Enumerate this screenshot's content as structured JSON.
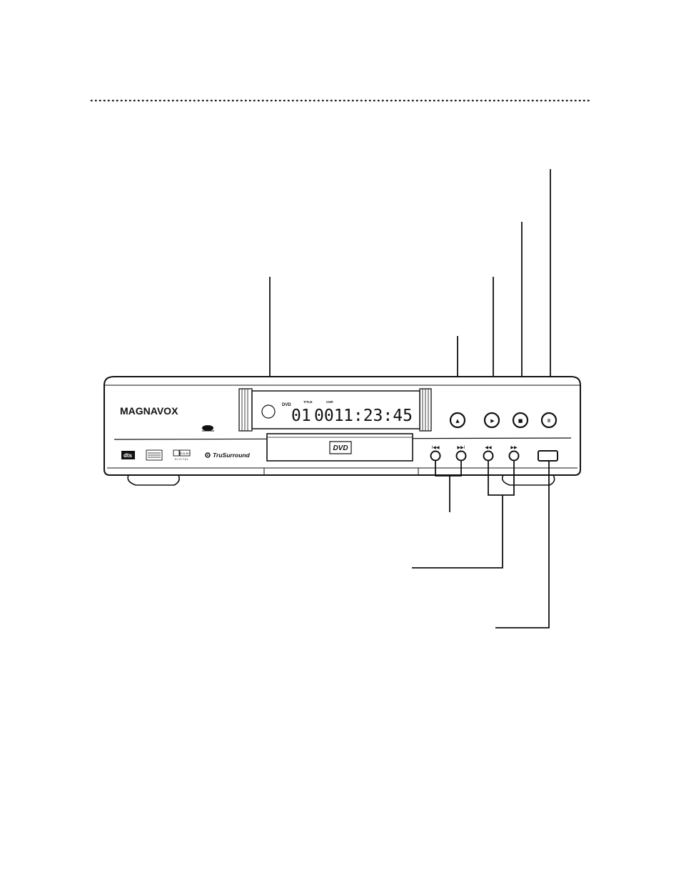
{
  "front_panel": {
    "brand": "MAGNAVOX",
    "display": {
      "source_label": "DVD",
      "title_label": "TITLE",
      "chapter_label": "CHP.",
      "title_number": "01",
      "chapter_number": "001",
      "elapsed_time": "1:23:45"
    },
    "disc_tray_logo": "DVD",
    "logos": {
      "dts": "dts",
      "dolby": "DOLBY",
      "dolby_sub": "DIGITAL",
      "trusurround": "TruSurround"
    },
    "buttons": {
      "eject_symbol": "▲",
      "play_symbol": "▶",
      "stop_symbol": "■",
      "pause_symbol": "II",
      "skip_back_symbol": "I◀◀",
      "skip_forward_symbol": "▶▶I",
      "rewind_symbol": "◀◀",
      "fast_forward_symbol": "▶▶"
    }
  }
}
